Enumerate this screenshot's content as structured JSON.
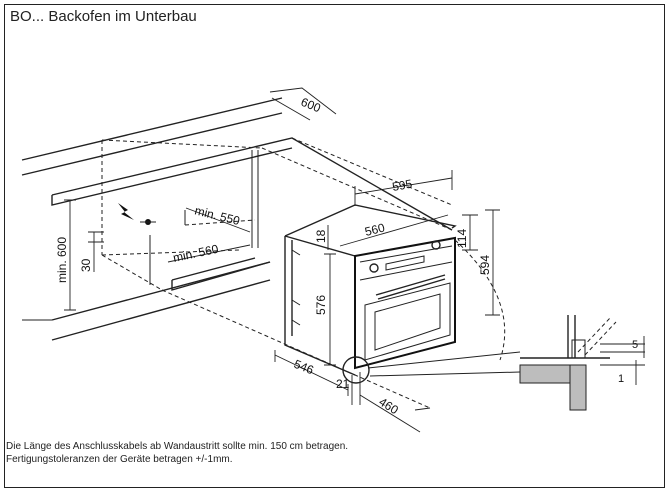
{
  "title": "BO... Backofen im Unterbau",
  "dimensions": {
    "depth_top": "600",
    "niche_height": "min. 600",
    "socket_offset": "30",
    "niche_depth": "min. 550",
    "niche_width": "min. 560",
    "oven_total_width": "595",
    "oven_width": "560",
    "panel_top": "18",
    "oven_body_height": "576",
    "control_height": "114",
    "oven_total_height": "594",
    "oven_depth": "546",
    "gap": "21",
    "front_depth": "460",
    "detail_gap": "5",
    "detail_step": "1"
  },
  "notes": [
    "Die Länge des Anschlusskabels ab Wandaustritt sollte min. 150 cm betragen.",
    "Fertigungstoleranzen der Geräte betragen +/-1mm."
  ]
}
